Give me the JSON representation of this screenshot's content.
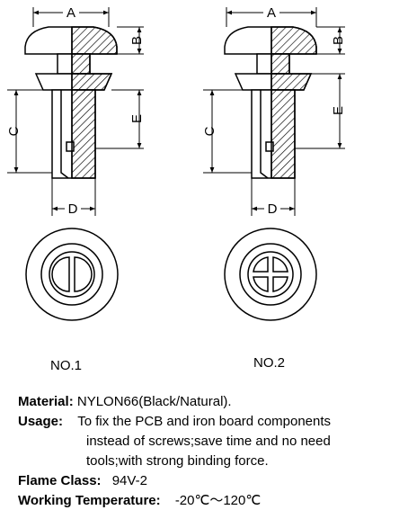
{
  "drawing": {
    "labels": {
      "a": "A",
      "b": "B",
      "c": "C",
      "d": "D",
      "e": "E"
    },
    "captions": {
      "left": "NO.1",
      "right": "NO.2"
    },
    "colors": {
      "ink": "#000000",
      "background": "#ffffff"
    }
  },
  "specs": {
    "material_key": "Material:",
    "material_value": "NYLON66(Black/Natural).",
    "usage_key": "Usage:",
    "usage_lines": [
      "To fix the PCB and iron board components",
      "instead of screws;save time and no need",
      "tools;with strong binding force."
    ],
    "flame_key": "Flame Class:",
    "flame_value": "94V-2",
    "temp_key": "Working Temperature:",
    "temp_value": "-20℃～120℃"
  }
}
